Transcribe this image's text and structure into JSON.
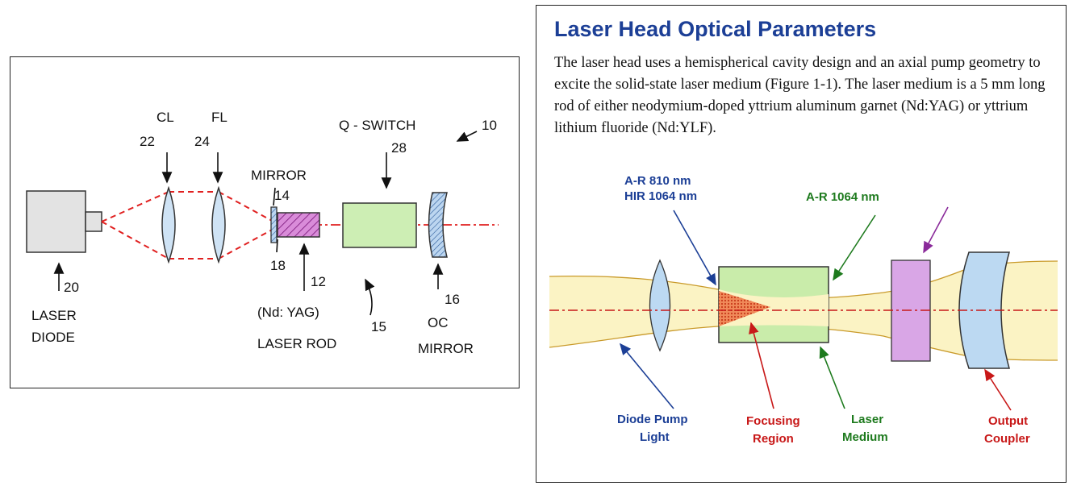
{
  "left_diagram": {
    "labels": {
      "cl": "CL",
      "cl_num": "22",
      "fl": "FL",
      "fl_num": "24",
      "mirror": "MIRROR",
      "mirror_num": "14",
      "qswitch": "Q - SWITCH",
      "qswitch_num": "28",
      "ref10": "10",
      "diode_num": "20",
      "diode_line1": "LASER",
      "diode_line2": "DIODE",
      "coat_num": "18",
      "rod_num": "12",
      "rod_line1": "(Nd: YAG)",
      "rod_line2": "LASER  ROD",
      "cavity_num": "15",
      "oc_num": "16",
      "oc_line1": "OC",
      "oc_line2": "MIRROR"
    },
    "colors": {
      "beam": "#e02020",
      "lens": "#cfe3f5",
      "rod": "#d98cd9",
      "qswitch": "#cdeeb4",
      "diode": "#e3e3e3",
      "mirror": "#bcd6f0"
    }
  },
  "right_panel": {
    "title": "Laser Head Optical Parameters",
    "description": "The laser head uses a hemispherical cavity design and an axial pump geometry to excite the solid-state laser medium (Figure 1-1). The laser medium is a 5 mm long rod of either neodymium-doped yttrium aluminum garnet (Nd:YAG) or yttrium lithium fluoride (Nd:YLF).",
    "labels": {
      "ar810": "A-R 810 nm",
      "hir1064": "HIR 1064 nm",
      "ar1064": "A-R 1064 nm",
      "diode_pump_1": "Diode Pump",
      "diode_pump_2": "Light",
      "focusing_1": "Focusing",
      "focusing_2": "Region",
      "laser_medium_1": "Laser",
      "laser_medium_2": "Medium",
      "output_1": "Output",
      "output_2": "Coupler"
    },
    "colors": {
      "blue": "#1c3f96",
      "green": "#1d7a1d",
      "red": "#c81818",
      "purple": "#8a2a9a",
      "beam_fill": "#fbf3c4",
      "medium_fill": "#c9ecaa",
      "lens_fill": "#bcd9f2",
      "qswitch_fill": "#d9a6e6"
    }
  }
}
